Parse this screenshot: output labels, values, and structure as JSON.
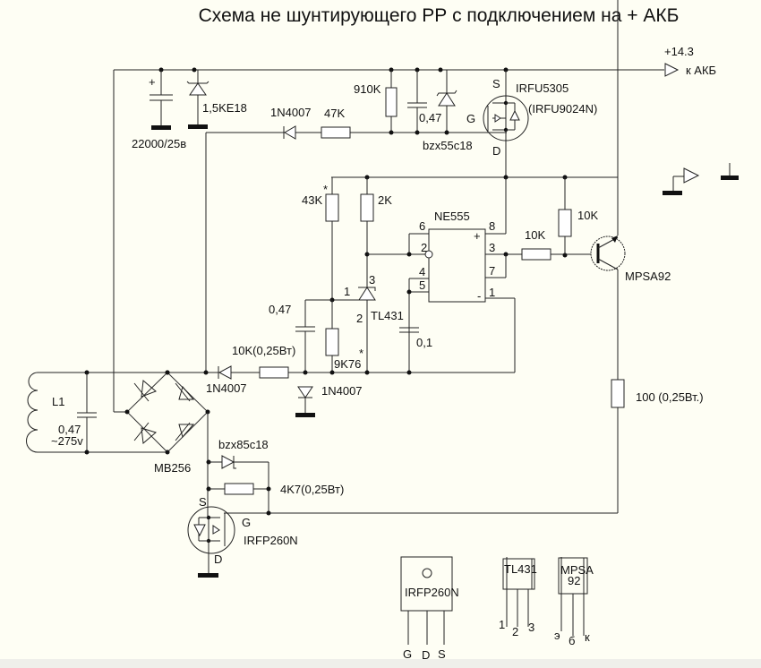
{
  "title": "Схема не шунтирующего РР с подключением  на  + АКБ",
  "output": {
    "voltage": "+14.3",
    "label": "к АКБ"
  },
  "components": {
    "c_main": {
      "plus": "+",
      "label": "22000/25в"
    },
    "tvs": "1,5KE18",
    "d1": "1N4007",
    "r47": "47K",
    "r910": "910K",
    "c047_top": "0,47",
    "zener_top": "bzx55c18",
    "q_p": {
      "name": "IRFU5305",
      "alt": "(IRFU9024N)",
      "s": "S",
      "g": "G",
      "d": "D"
    },
    "r43": "43K",
    "r43_star": "*",
    "r2k": "2K",
    "ic": {
      "name": "NE555",
      "pins": [
        "6",
        "2",
        "4",
        "5",
        "8",
        "3",
        "7",
        "1"
      ],
      "plus": "+",
      "minus": "-"
    },
    "r10k_a": "10K",
    "r10k_b": "10K",
    "q_bjt": "MPSA92",
    "tl431": {
      "name": "TL431",
      "p1": "1",
      "p2": "2",
      "p3": "3"
    },
    "c047_mid": "0,47",
    "r9k76": "9K76",
    "r9k76_star": "*",
    "c01": "0,1",
    "r10k_025": "10K(0,25Вт)",
    "d2": "1N4007",
    "d3": "1N4007",
    "l1": "L1",
    "c_l1": {
      "value": "0,47",
      "voltage": "~275v"
    },
    "bridge": "MB256",
    "zener_bot": "bzx85c18",
    "r4k7": "4K7(0,25Вт)",
    "r100": "100 (0,25Вт.)",
    "q_n": {
      "name": "IRFP260N",
      "s": "S",
      "g": "G",
      "d": "D"
    }
  },
  "pinouts": {
    "to247": {
      "name": "IRFP260N",
      "pins": [
        "G",
        "D",
        "S"
      ]
    },
    "tl431": {
      "name": "TL431",
      "pins": [
        "1",
        "2",
        "3"
      ]
    },
    "mpsa92": {
      "name": "MPSA\n92",
      "name_line1": "MPSA",
      "name_line2": "92",
      "pins": [
        "э",
        "б",
        "к"
      ]
    }
  },
  "legend_symbols": [
    "signal-port-ground-icon",
    "ground-icon"
  ]
}
